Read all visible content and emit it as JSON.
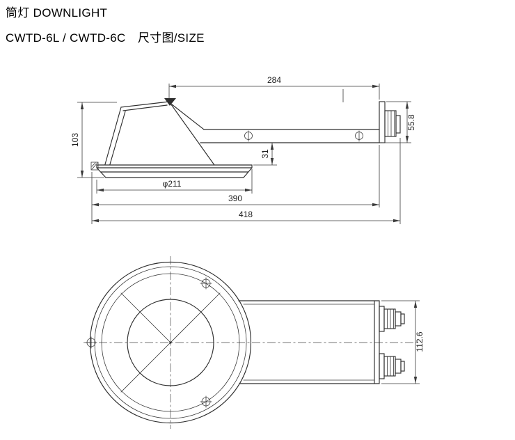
{
  "title": {
    "line1": "筒灯 DOWNLIGHT",
    "line2": "CWTD-6L / CWTD-6C　尺寸图/SIZE"
  },
  "style": {
    "line_color": "#2e2e2e",
    "dim_color": "#3a3a3a",
    "background": "#ffffff"
  },
  "side_view": {
    "dim_top_width": "284",
    "dim_end_height": "55.8",
    "dim_housing_height": "103",
    "dim_arm_to_flange": "31",
    "dim_flange_diameter": "φ211",
    "dim_body_length": "390",
    "dim_overall_length": "418"
  },
  "plan_view": {
    "dim_body_height": "112.6"
  }
}
